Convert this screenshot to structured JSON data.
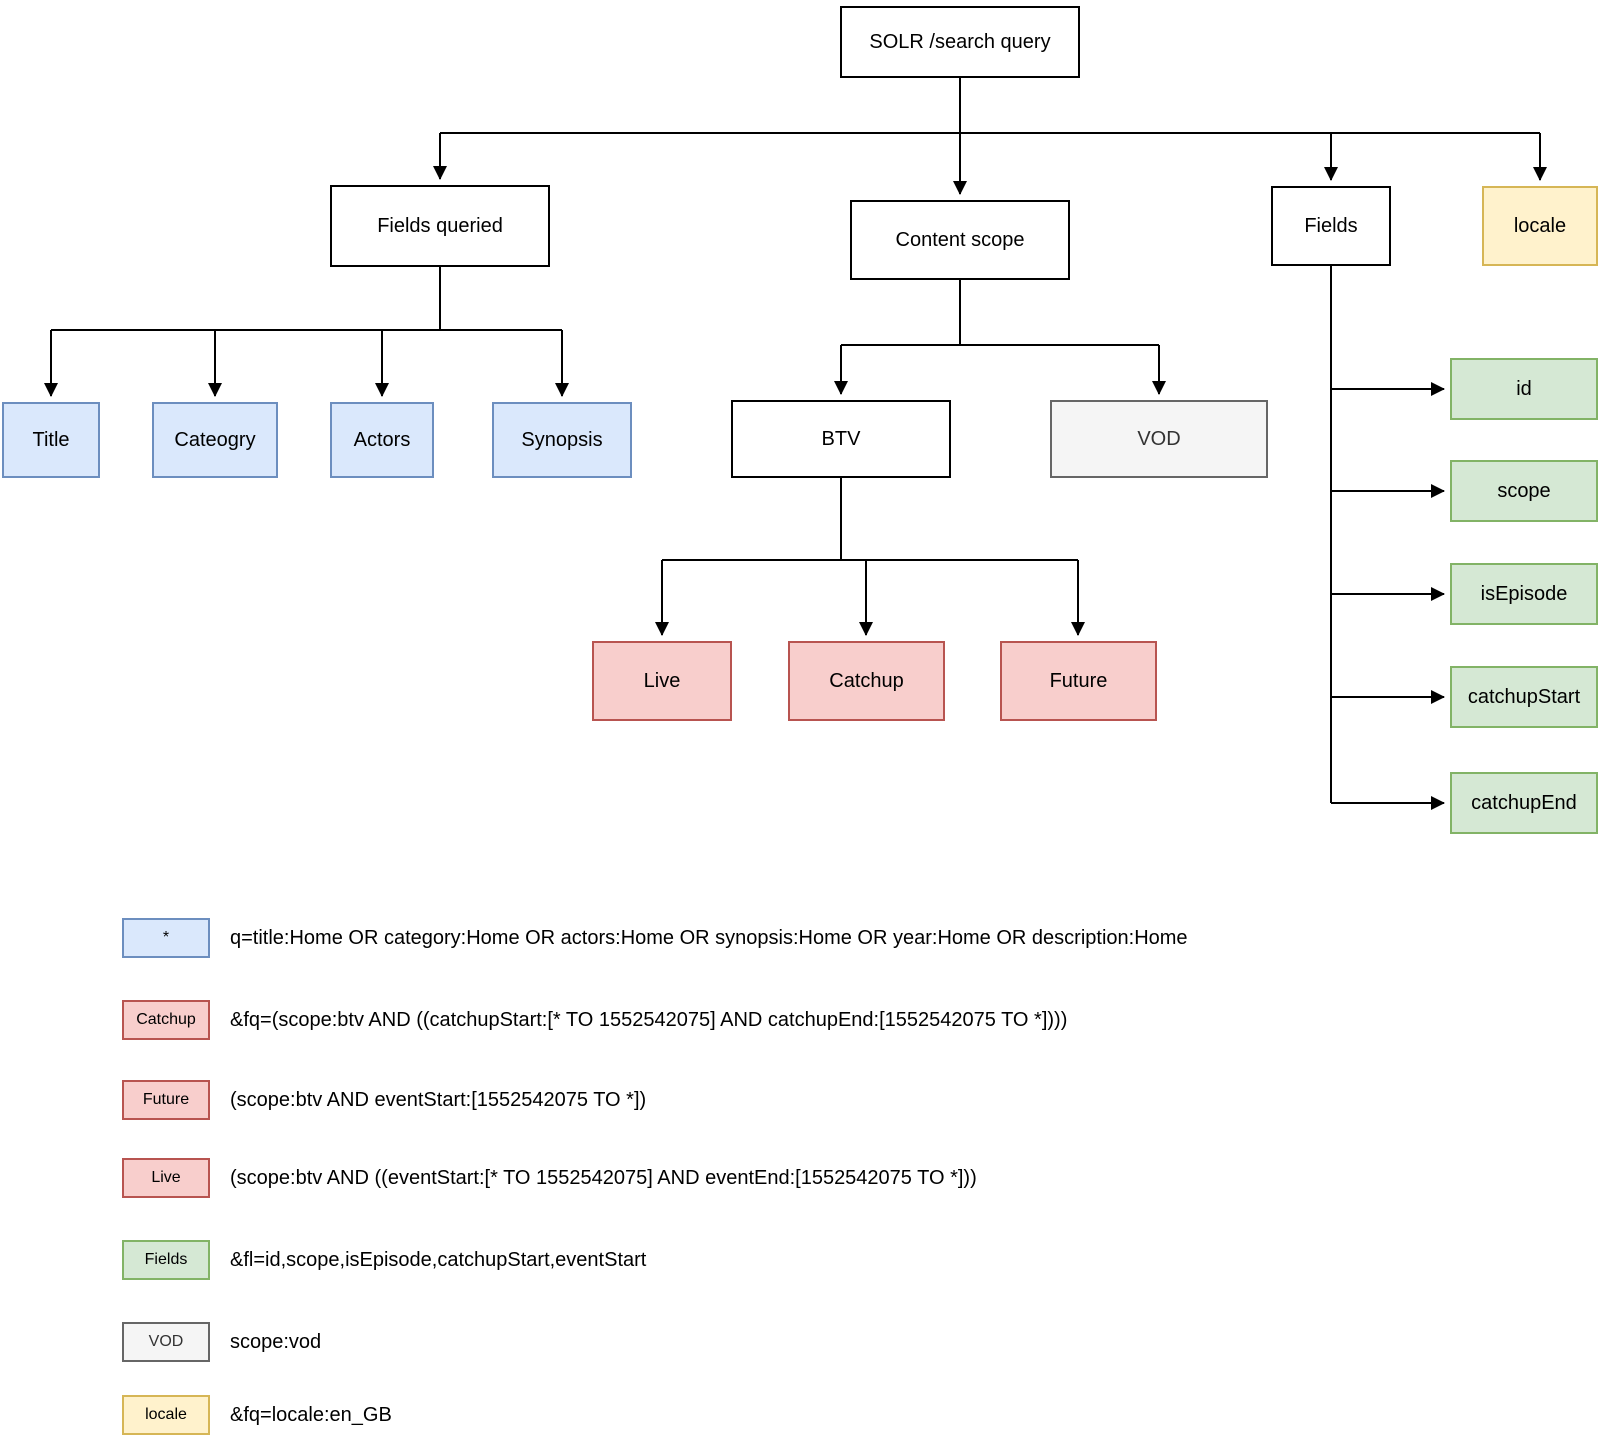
{
  "diagram": {
    "nodes": {
      "solr": {
        "label": "SOLR /search query"
      },
      "fields_queried": {
        "label": "Fields queried"
      },
      "content_scope": {
        "label": "Content scope"
      },
      "fields": {
        "label": "Fields"
      },
      "locale": {
        "label": "locale"
      },
      "title": {
        "label": "Title"
      },
      "cateogry": {
        "label": "Cateogry"
      },
      "actors": {
        "label": "Actors"
      },
      "synopsis": {
        "label": "Synopsis"
      },
      "btv": {
        "label": "BTV"
      },
      "vod": {
        "label": "VOD"
      },
      "live": {
        "label": "Live"
      },
      "catchup": {
        "label": "Catchup"
      },
      "future": {
        "label": "Future"
      },
      "id": {
        "label": "id"
      },
      "scope": {
        "label": "scope"
      },
      "isEpisode": {
        "label": "isEpisode"
      },
      "catchupStart": {
        "label": "catchupStart"
      },
      "catchupEnd": {
        "label": "catchupEnd"
      }
    },
    "edges": [
      {
        "from": "solr",
        "to": "fields_queried"
      },
      {
        "from": "solr",
        "to": "content_scope"
      },
      {
        "from": "solr",
        "to": "fields"
      },
      {
        "from": "solr",
        "to": "locale"
      },
      {
        "from": "fields_queried",
        "to": "title"
      },
      {
        "from": "fields_queried",
        "to": "cateogry"
      },
      {
        "from": "fields_queried",
        "to": "actors"
      },
      {
        "from": "fields_queried",
        "to": "synopsis"
      },
      {
        "from": "content_scope",
        "to": "btv"
      },
      {
        "from": "content_scope",
        "to": "vod"
      },
      {
        "from": "btv",
        "to": "live"
      },
      {
        "from": "btv",
        "to": "catchup"
      },
      {
        "from": "btv",
        "to": "future"
      },
      {
        "from": "fields",
        "to": "id"
      },
      {
        "from": "fields",
        "to": "scope"
      },
      {
        "from": "fields",
        "to": "isEpisode"
      },
      {
        "from": "fields",
        "to": "catchupStart"
      },
      {
        "from": "fields",
        "to": "catchupEnd"
      }
    ],
    "colors": {
      "blue_fill": "#dae8fc",
      "blue_stroke": "#6c8ebf",
      "red_fill": "#f8cecc",
      "red_stroke": "#b85450",
      "green_fill": "#d5e8d4",
      "green_stroke": "#82b366",
      "yellow_fill": "#fff2cc",
      "yellow_stroke": "#d6b656",
      "grey_fill": "#f5f5f5",
      "grey_stroke": "#666666",
      "line": "#000000"
    }
  },
  "legend": {
    "rows": [
      {
        "chip": "*",
        "style": "blue",
        "text": "q=title:Home OR category:Home OR actors:Home OR synopsis:Home OR year:Home OR description:Home"
      },
      {
        "chip": "Catchup",
        "style": "red",
        "text": "&fq=(scope:btv AND ((catchupStart:[* TO 1552542075] AND catchupEnd:[1552542075 TO *])))"
      },
      {
        "chip": "Future",
        "style": "red",
        "text": "(scope:btv AND eventStart:[1552542075 TO *])"
      },
      {
        "chip": "Live",
        "style": "red",
        "text": "(scope:btv AND ((eventStart:[* TO 1552542075] AND eventEnd:[1552542075 TO *]))"
      },
      {
        "chip": "Fields",
        "style": "green",
        "text": "&fl=id,scope,isEpisode,catchupStart,eventStart"
      },
      {
        "chip": "VOD",
        "style": "grey",
        "text": "scope:vod"
      },
      {
        "chip": "locale",
        "style": "yellow",
        "text": "&fq=locale:en_GB"
      }
    ]
  }
}
